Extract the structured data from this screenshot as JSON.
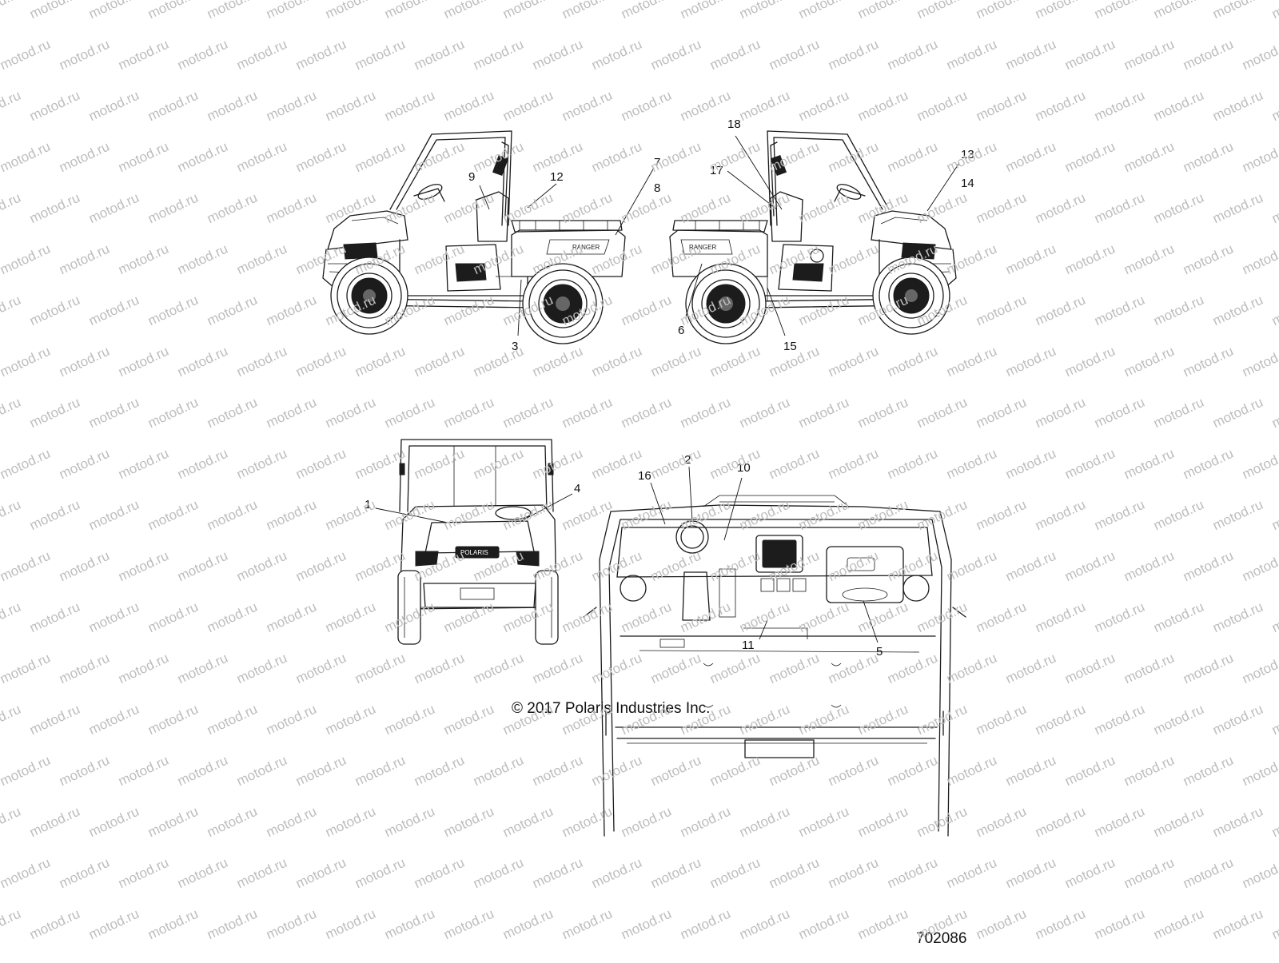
{
  "watermark": {
    "text": "motod.ru",
    "color": "#bdbdbd"
  },
  "callouts": {
    "c1": "1",
    "c2": "2",
    "c3": "3",
    "c4": "4",
    "c5": "5",
    "c6": "6",
    "c7": "7",
    "c8": "8",
    "c9": "9",
    "c10": "10",
    "c11": "11",
    "c12": "12",
    "c13": "13",
    "c14": "14",
    "c15": "15",
    "c16": "16",
    "c17": "17",
    "c18": "18"
  },
  "vehicle_text": {
    "ranger_left": "RANGER",
    "ranger_right": "RANGER",
    "grille_badge": "POLARIS"
  },
  "copyright": "© 2017 Polaris Industries Inc.",
  "figure_id": "702086"
}
